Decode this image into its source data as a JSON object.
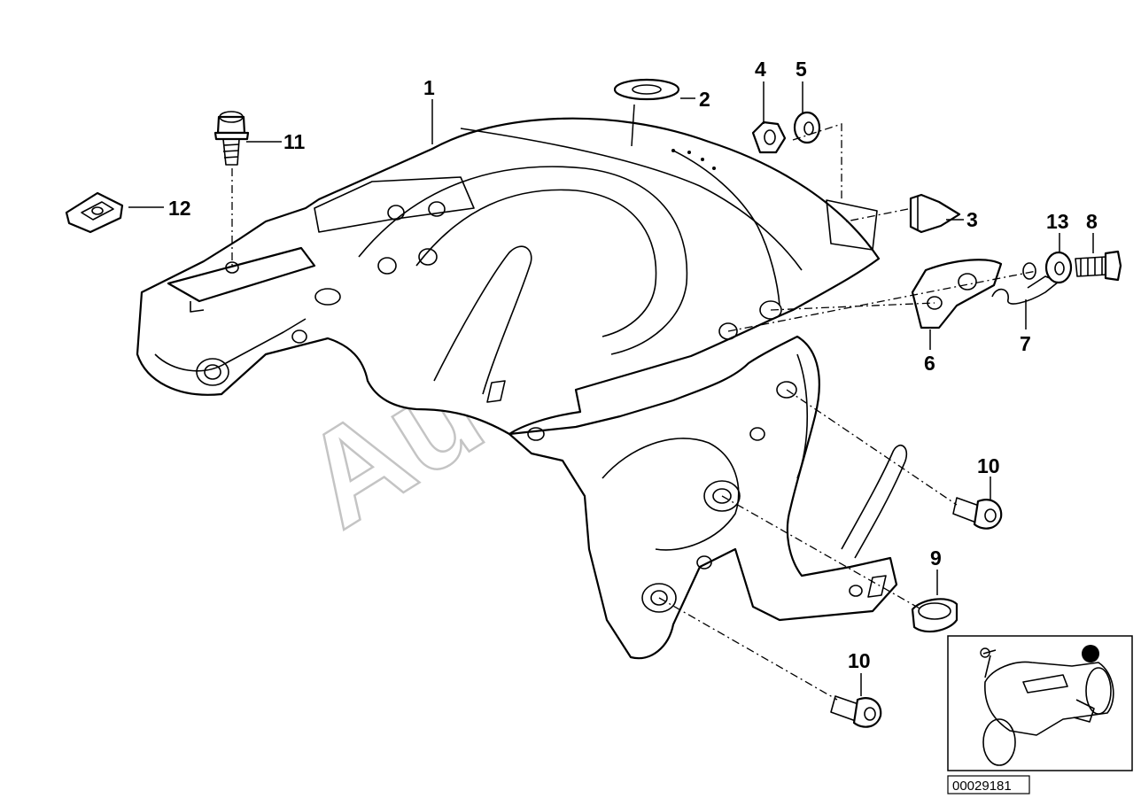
{
  "diagram": {
    "labels": [
      "1",
      "2",
      "3",
      "4",
      "5",
      "6",
      "7",
      "8",
      "9",
      "10",
      "10",
      "11",
      "12",
      "13"
    ],
    "watermark": "AutoSoft",
    "reference_number": "00029181",
    "colors": {
      "line": "#000000",
      "background": "#ffffff",
      "watermark": "#c4c4c4"
    }
  }
}
